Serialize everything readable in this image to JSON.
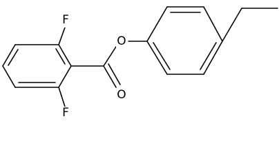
{
  "molecule": {
    "atoms": {
      "f_top": "F",
      "f_bottom": "F",
      "o_ester": "O",
      "o_carbonyl": "O"
    }
  }
}
